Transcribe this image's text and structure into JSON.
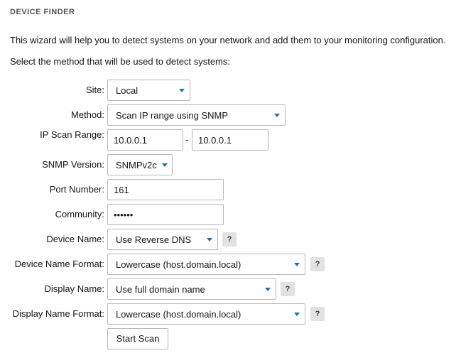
{
  "header": {
    "title": "DEVICE FINDER"
  },
  "intro": {
    "line1": "This wizard will help you to detect systems on your network and add them to your monitoring configuration.",
    "line2": "Select the method that will be used to detect systems:"
  },
  "form": {
    "site": {
      "label": "Site:",
      "value": "Local"
    },
    "method": {
      "label": "Method:",
      "value": "Scan IP range using SNMP"
    },
    "ip_range": {
      "label": "IP Scan Range:",
      "start": "10.0.0.1",
      "separator": "-",
      "end": "10.0.0.1"
    },
    "snmp_version": {
      "label": "SNMP Version:",
      "value": "SNMPv2c"
    },
    "port": {
      "label": "Port Number:",
      "value": "161"
    },
    "community": {
      "label": "Community:",
      "value": "••••••"
    },
    "device_name": {
      "label": "Device Name:",
      "value": "Use Reverse DNS"
    },
    "device_name_format": {
      "label": "Device Name Format:",
      "value": "Lowercase (host.domain.local)"
    },
    "display_name": {
      "label": "Display Name:",
      "value": "Use full domain name"
    },
    "display_name_format": {
      "label": "Display Name Format:",
      "value": "Lowercase (host.domain.local)"
    },
    "help_label": "?",
    "start_scan_label": "Start Scan"
  },
  "colors": {
    "caret": "#1f6fb2",
    "help_bg": "#e2e2e2",
    "border": "#b9b9b9"
  },
  "icons": {
    "dropdown": "chevron-down-icon",
    "help": "help-icon"
  }
}
